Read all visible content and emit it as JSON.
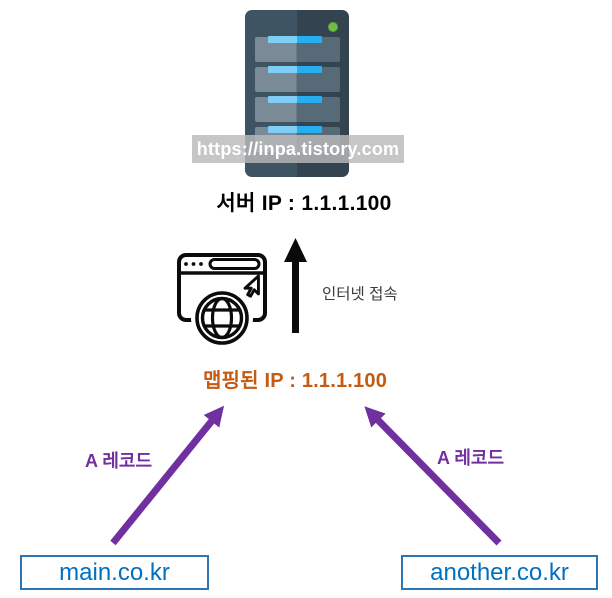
{
  "diagram": {
    "watermark": "https://inpa.tistory.com",
    "server_ip_label": "서버 IP : 1.1.1.100",
    "internet_label": "인터넷 접속",
    "mapped_ip_label": "맵핑된 IP : 1.1.1.100",
    "a_record_label": "A 레코드",
    "domain_main": "main.co.kr",
    "domain_another": "another.co.kr"
  },
  "colors": {
    "purple_arrow": "#7030A0",
    "orange_text": "#C55A11",
    "domain_text_blue": "#0070C0",
    "domain_box_border": "#2E75B6",
    "server_body_left": "#3F5463",
    "server_body_right": "#334350",
    "server_slot_left": "#7A8B97",
    "server_slot_right": "#566B77",
    "server_bar_left": "#7FCEF5",
    "server_bar_right": "#27AEF0",
    "led_green": "#6DBF45",
    "black_arrow": "#0B0B0B"
  }
}
